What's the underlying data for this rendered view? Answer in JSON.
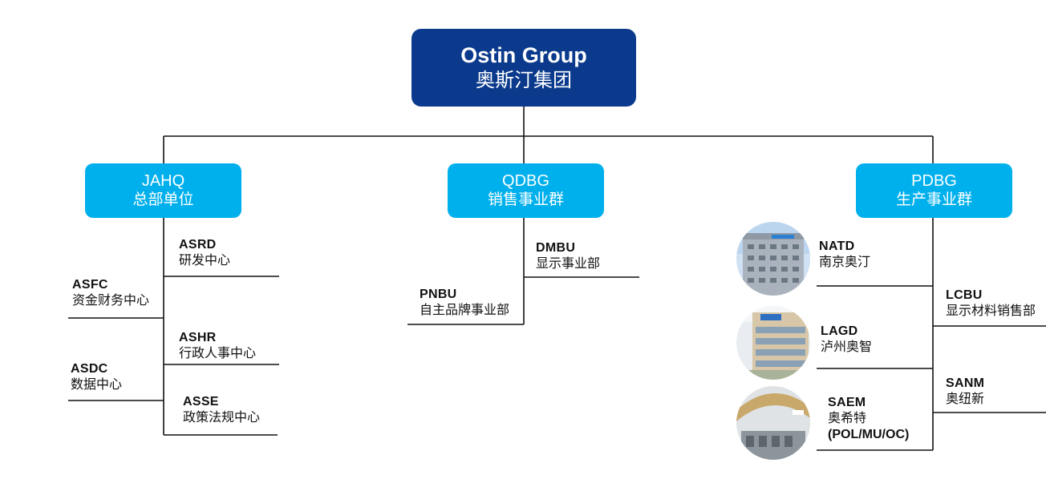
{
  "root": {
    "code": "Ostin Group",
    "name": "奥斯汀集团"
  },
  "divisions": {
    "jahq": {
      "code": "JAHQ",
      "name": "总部单位"
    },
    "qdbg": {
      "code": "QDBG",
      "name": "销售事业群"
    },
    "pdbg": {
      "code": "PDBG",
      "name": "生产事业群"
    }
  },
  "units": {
    "asrd": {
      "code": "ASRD",
      "name": "研发中心"
    },
    "asfc": {
      "code": "ASFC",
      "name": "资金财务中心"
    },
    "ashr": {
      "code": "ASHR",
      "name": "行政人事中心"
    },
    "asdc": {
      "code": "ASDC",
      "name": "数据中心"
    },
    "asse": {
      "code": "ASSE",
      "name": "政策法规中心"
    },
    "dmbu": {
      "code": "DMBU",
      "name": "显示事业部"
    },
    "pnbu": {
      "code": "PNBU",
      "name": "自主品牌事业部"
    },
    "natd": {
      "code": "NATD",
      "name": "南京奥汀"
    },
    "lagd": {
      "code": "LAGD",
      "name": "泸州奥智"
    },
    "saem": {
      "code": "SAEM",
      "name": "奥希特",
      "extra": "(POL/MU/OC)"
    },
    "lcbu": {
      "code": "LCBU",
      "name": "显示材料销售部"
    },
    "sanm": {
      "code": "SANM",
      "name": "奥纽新"
    }
  },
  "colors": {
    "root": "#0b3a8c",
    "division": "#00b0ec",
    "line": "#111111"
  },
  "photos": [
    "factory-building-natd",
    "factory-building-lagd",
    "factory-building-saem"
  ]
}
